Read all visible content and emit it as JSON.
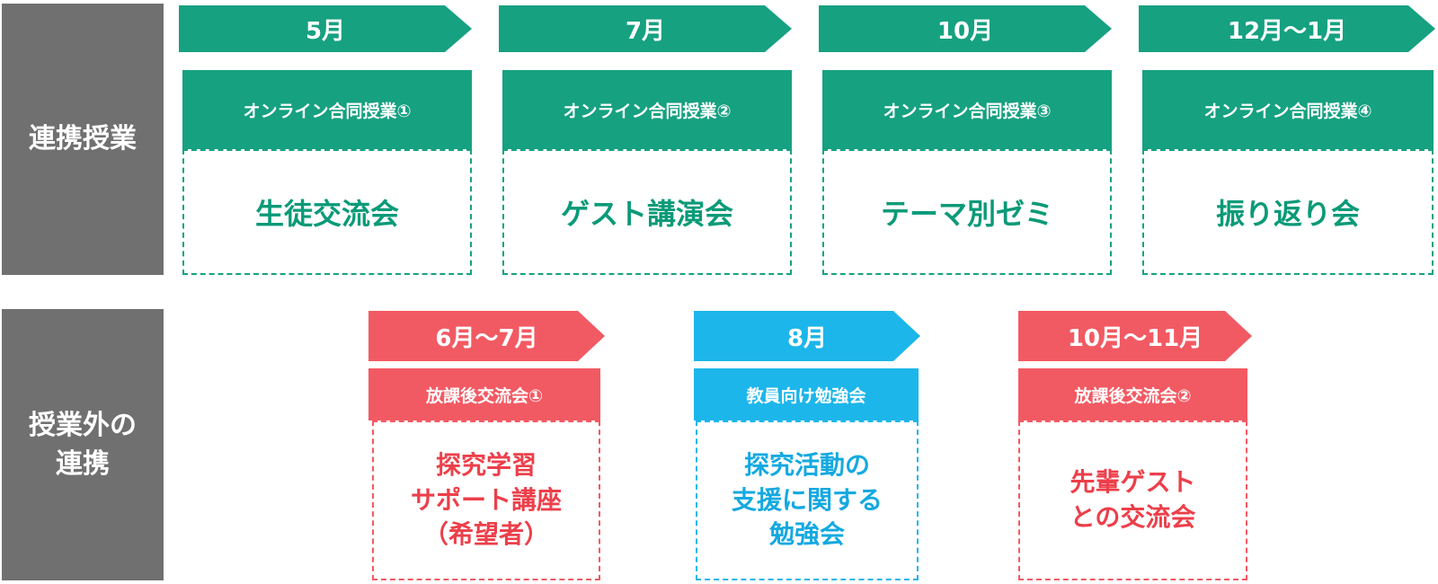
{
  "rows": {
    "collab": "連携授業",
    "outside": "授業外の\n連携"
  },
  "top_cards": [
    {
      "month": "5月",
      "header": "オンライン合同授業①",
      "title": "生徒交流会",
      "color": "#16a181"
    },
    {
      "month": "7月",
      "header": "オンライン合同授業②",
      "title": "ゲスト講演会",
      "color": "#16a181"
    },
    {
      "month": "10月",
      "header": "オンライン合同授業③",
      "title": "テーマ別ゼミ",
      "color": "#16a181"
    },
    {
      "month": "12月～1月",
      "header": "オンライン合同授業④",
      "title": "振り返り会",
      "color": "#16a181"
    }
  ],
  "bottom_cards": [
    {
      "month": "6月～7月",
      "header": "放課後交流会①",
      "title": "探究学習\nサポート講座\n（希望者）",
      "color": "#f25a63"
    },
    {
      "month": "8月",
      "header": "教員向け勉強会",
      "title": "探究活動の\n支援に関する\n勉強会",
      "color": "#1db6ea"
    },
    {
      "month": "10月～11月",
      "header": "放課後交流会②",
      "title": "先輩ゲスト\nとの交流会",
      "color": "#f25a63"
    }
  ]
}
